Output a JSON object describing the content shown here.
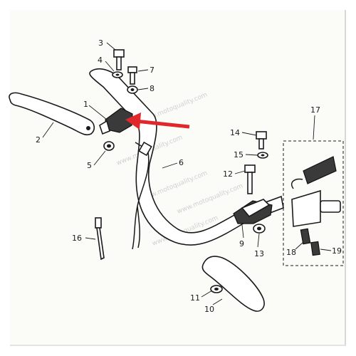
{
  "callouts": [
    {
      "id": "1",
      "text": "1"
    },
    {
      "id": "2",
      "text": "2"
    },
    {
      "id": "3",
      "text": "3"
    },
    {
      "id": "4",
      "text": "4"
    },
    {
      "id": "5",
      "text": "5"
    },
    {
      "id": "6",
      "text": "6"
    },
    {
      "id": "7",
      "text": "7"
    },
    {
      "id": "8",
      "text": "8"
    },
    {
      "id": "9",
      "text": "9"
    },
    {
      "id": "10",
      "text": "10"
    },
    {
      "id": "11",
      "text": "11"
    },
    {
      "id": "12",
      "text": "12"
    },
    {
      "id": "13",
      "text": "13"
    },
    {
      "id": "14",
      "text": "14"
    },
    {
      "id": "15",
      "text": "15"
    },
    {
      "id": "16",
      "text": "16"
    },
    {
      "id": "17",
      "text": "17"
    },
    {
      "id": "18",
      "text": "18"
    },
    {
      "id": "19",
      "text": "19"
    }
  ],
  "watermark": "www.motoquality.com",
  "colors": {
    "arrow": "#e0282c",
    "line": "#1a1a1a",
    "background": "#fbfbf8"
  }
}
